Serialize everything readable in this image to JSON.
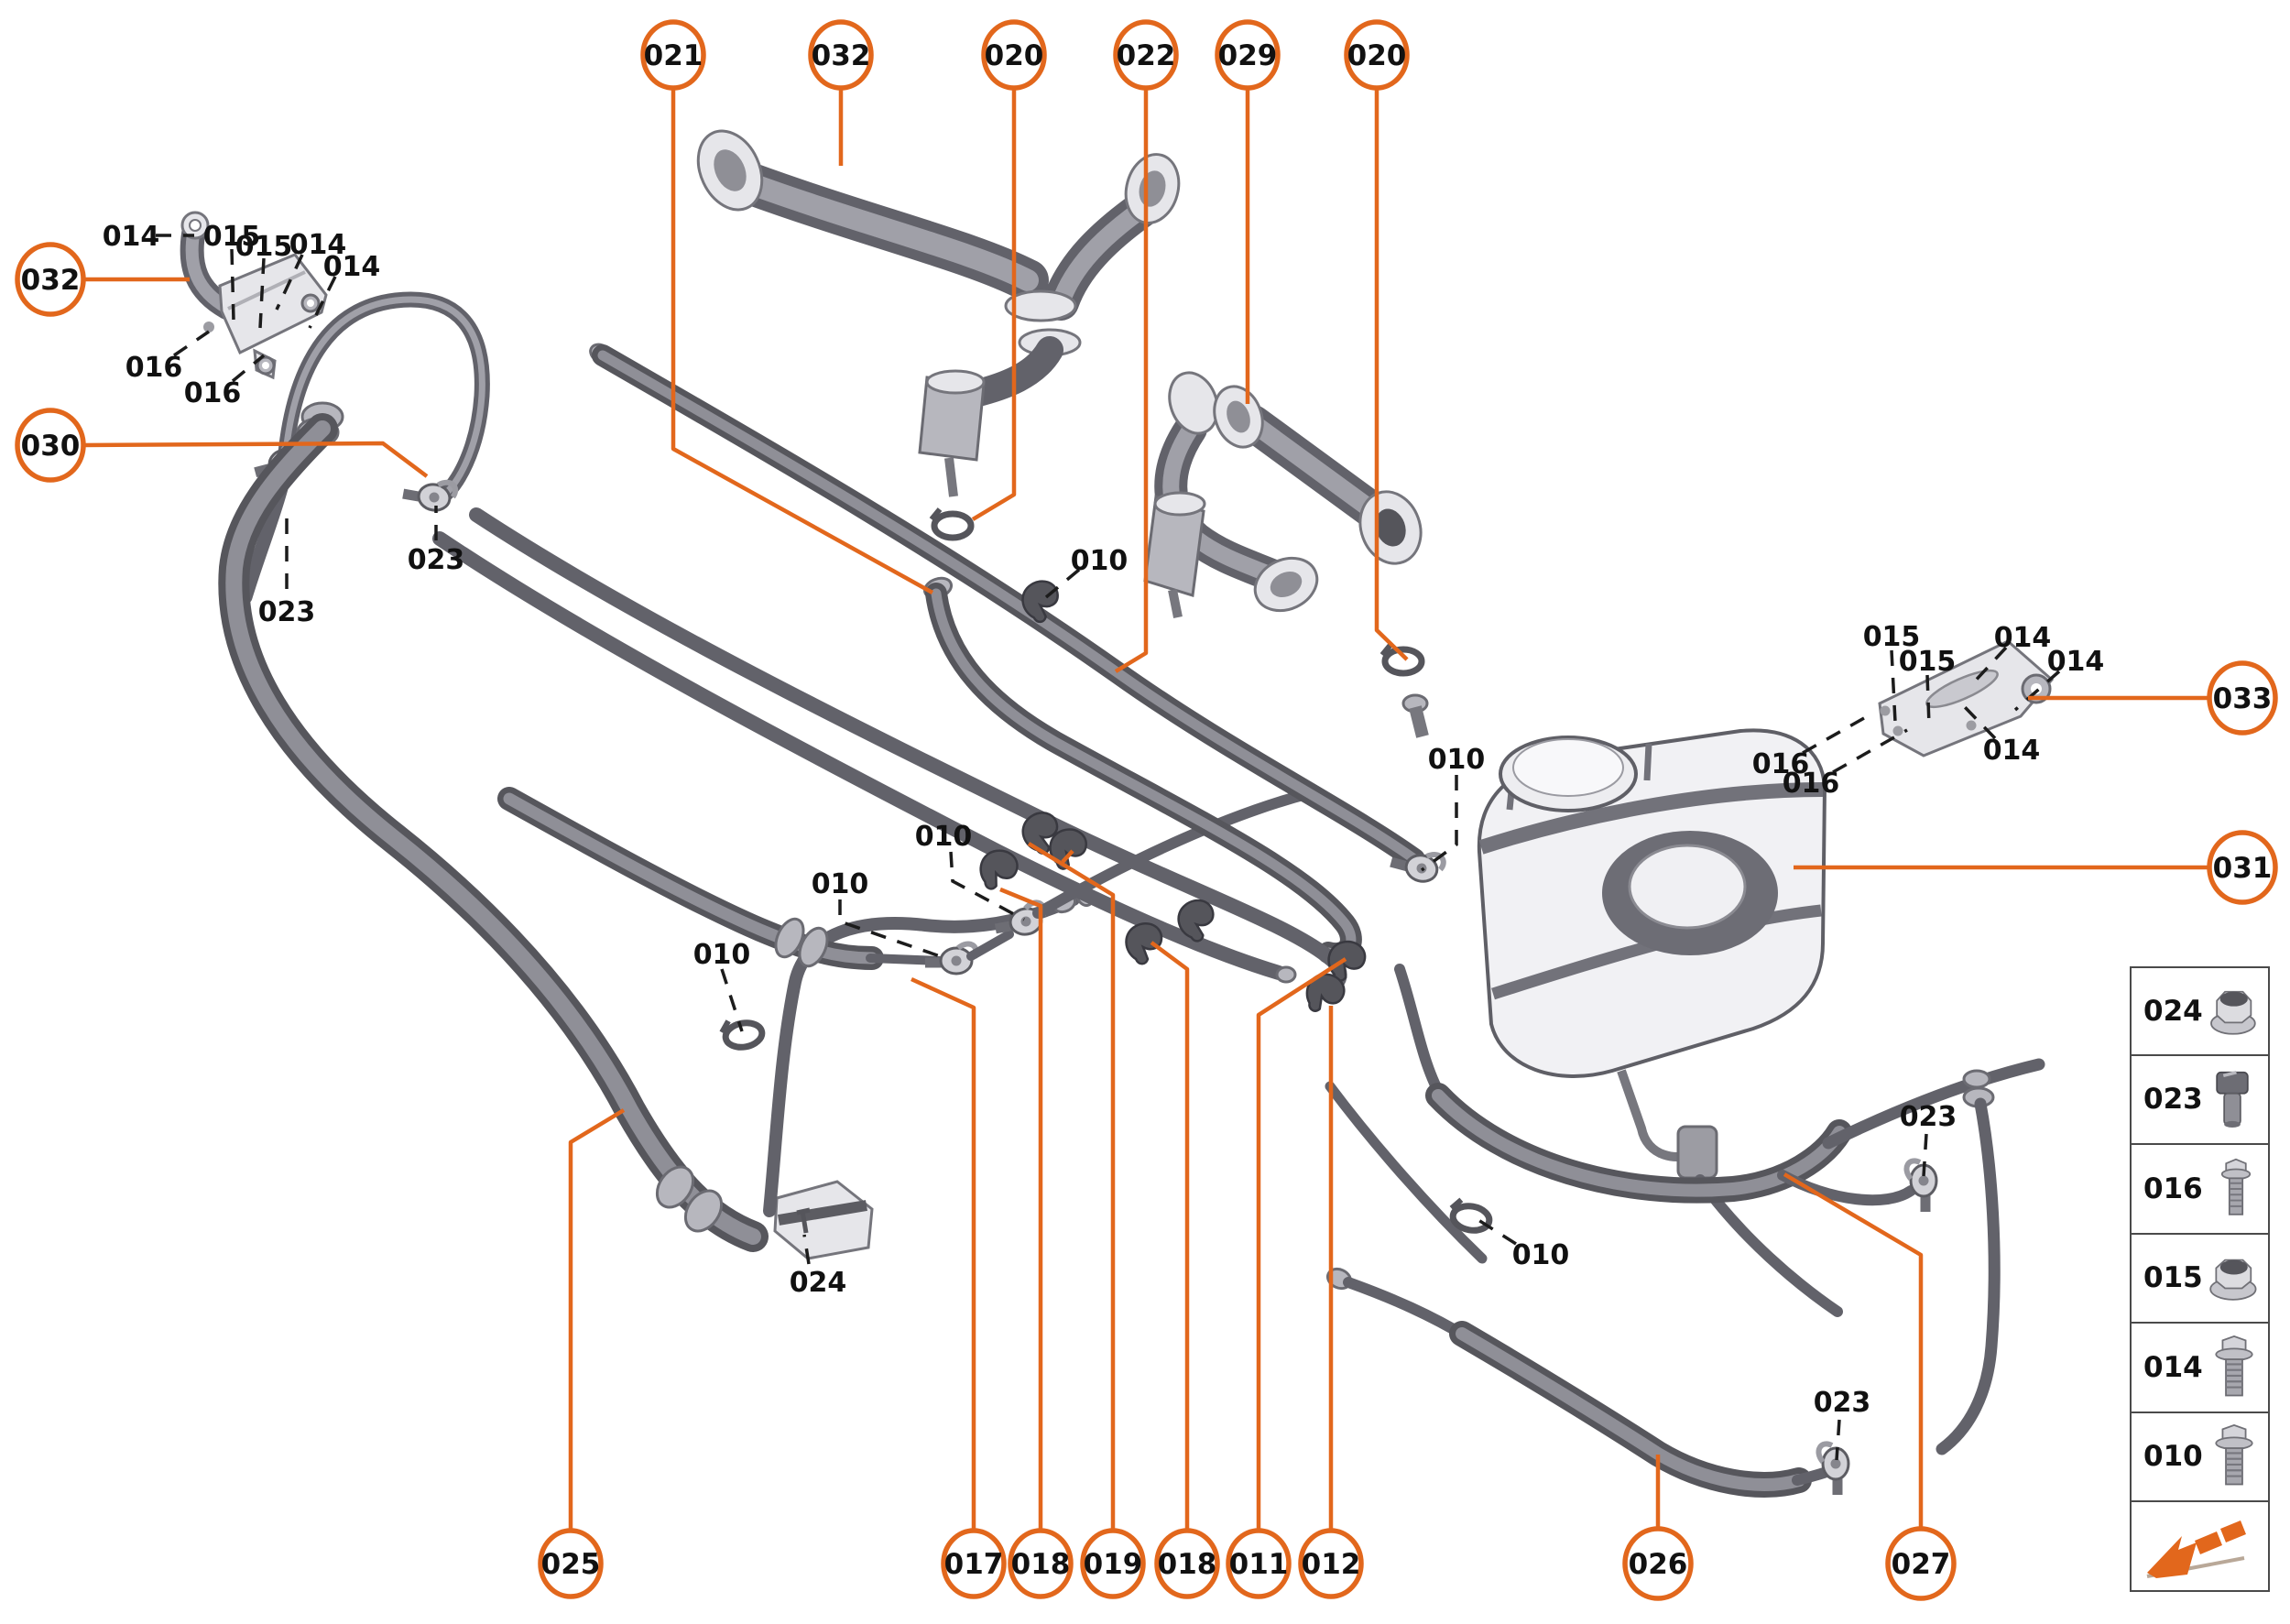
{
  "accent_color": "#E2671C",
  "part_color": "#8F8F97",
  "callouts": [
    {
      "label": "021"
    },
    {
      "label": "032"
    },
    {
      "label": "020"
    },
    {
      "label": "022"
    },
    {
      "label": "029"
    },
    {
      "label": "020"
    },
    {
      "label": "032"
    },
    {
      "label": "030"
    },
    {
      "label": "033"
    },
    {
      "label": "031"
    },
    {
      "label": "025"
    },
    {
      "label": "017"
    },
    {
      "label": "018"
    },
    {
      "label": "019"
    },
    {
      "label": "018"
    },
    {
      "label": "011"
    },
    {
      "label": "012"
    },
    {
      "label": "026"
    },
    {
      "label": "027"
    }
  ],
  "part_labels": [
    {
      "text": "014"
    },
    {
      "text": "015"
    },
    {
      "text": "015"
    },
    {
      "text": "014"
    },
    {
      "text": "014"
    },
    {
      "text": "016"
    },
    {
      "text": "016"
    },
    {
      "text": "023"
    },
    {
      "text": "023"
    },
    {
      "text": "010"
    },
    {
      "text": "010"
    },
    {
      "text": "010"
    },
    {
      "text": "010"
    },
    {
      "text": "010"
    },
    {
      "text": "010"
    },
    {
      "text": "023"
    },
    {
      "text": "023"
    },
    {
      "text": "024"
    },
    {
      "text": "015"
    },
    {
      "text": "015"
    },
    {
      "text": "014"
    },
    {
      "text": "014"
    },
    {
      "text": "014"
    },
    {
      "text": "016"
    },
    {
      "text": "016"
    }
  ],
  "legend": {
    "items": [
      {
        "label": "024",
        "icon": "flange-nut-icon"
      },
      {
        "label": "023",
        "icon": "socket-bolt-icon"
      },
      {
        "label": "016",
        "icon": "small-flange-bolt-icon"
      },
      {
        "label": "015",
        "icon": "flange-nut-icon"
      },
      {
        "label": "014",
        "icon": "flange-bolt-icon"
      },
      {
        "label": "010",
        "icon": "flange-bolt-icon"
      }
    ],
    "footer_icon": "direction-arrow-icon"
  }
}
